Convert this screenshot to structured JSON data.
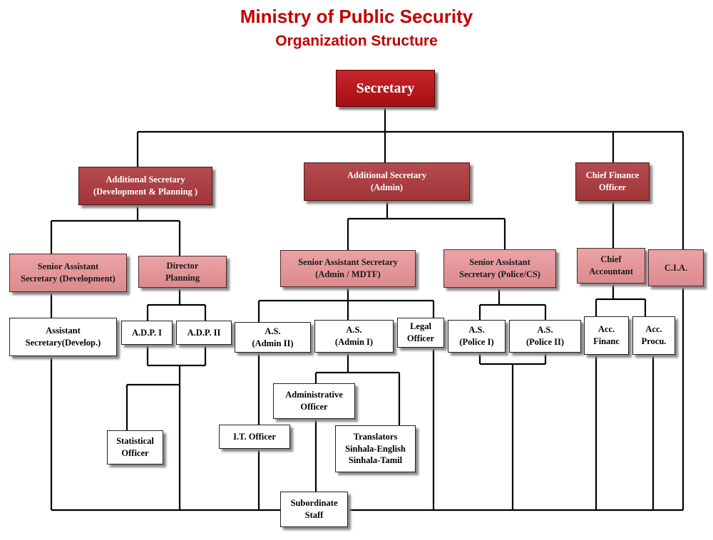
{
  "title": "Ministry of Public Security",
  "subtitle": "Organization Structure",
  "nodes": {
    "secretary": "Secretary",
    "add_sec_dev": "Additional Secretary\n(Development & Planning )",
    "add_sec_admin": "Additional Secretary\n(Admin)",
    "cfo": "Chief Finance\nOfficer",
    "sas_dev": "Senior Assistant\nSecretary (Development)",
    "dir_planning": "Director\nPlanning",
    "sas_admin": "Senior Assistant Secretary\n(Admin / MDTF)",
    "sas_police": "Senior Assistant\nSecretary (Police/CS)",
    "chief_accountant": "Chief\nAccountant",
    "cia": "C.I.A.",
    "as_dev": "Assistant\nSecretary(Develop.)",
    "adp1": "A.D.P. I",
    "adp2": "A.D.P. II",
    "as_admin2": "A.S.\n(Admin II)",
    "as_admin1": "A.S.\n(Admin I)",
    "legal": "Legal\nOfficer",
    "as_police1": "A.S.\n(Police I)",
    "as_police2": "A.S.\n(Police II)",
    "acc_financ": "Acc.\nFinanc",
    "acc_procu": "Acc.\nProcu.",
    "admin_officer": "Administrative\nOfficer",
    "stat_officer": "Statistical\nOfficer",
    "it_officer": "I.T. Officer",
    "translators": "Translators\nSinhala-English\nSinhala-Tamil",
    "subordinate": "Subordinate\nStaff"
  }
}
